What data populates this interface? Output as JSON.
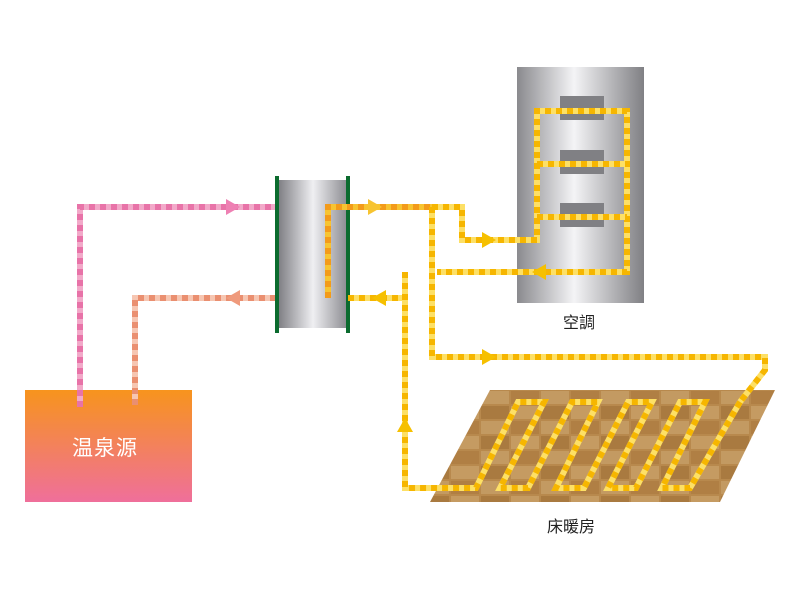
{
  "labels": {
    "source": "温泉源",
    "aircon": "空調",
    "floor_heating": "床暖房"
  },
  "colors": {
    "source_top": "#f7941d",
    "source_bottom": "#ef6f9b",
    "hot_pipe": "#ee80b3",
    "return_pipe": "#ef9a7c",
    "secondary_pipe": "#fdd017",
    "secondary_pipe_hot": "#f5a623",
    "exchanger_frame": "#0b6b2e",
    "floor_tile": "#b58a4e"
  }
}
